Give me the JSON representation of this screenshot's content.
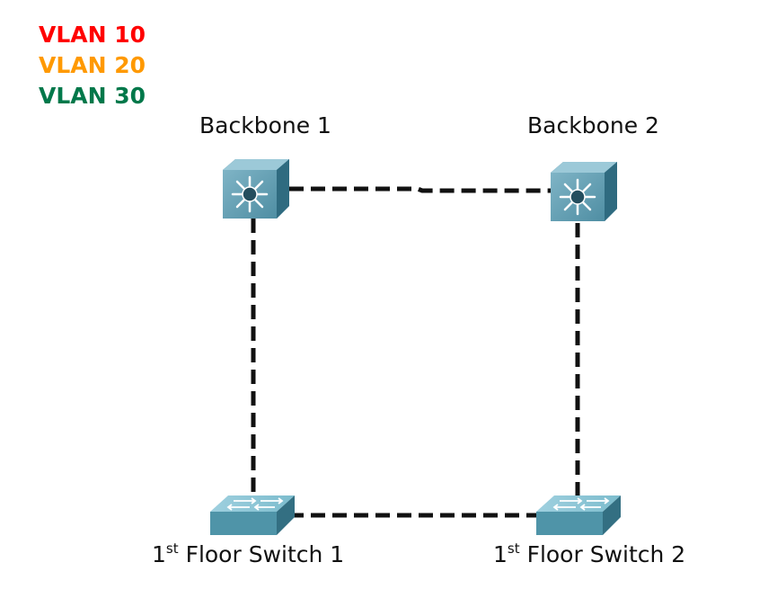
{
  "legend": [
    {
      "label": "VLAN 10",
      "color": "#ff0000"
    },
    {
      "label": "VLAN 20",
      "color": "#ff9900"
    },
    {
      "label": "VLAN 30",
      "color": "#00784a"
    }
  ],
  "nodes": {
    "backbone1": {
      "label": "Backbone 1",
      "device": "multilayer-switch-icon"
    },
    "backbone2": {
      "label": "Backbone 2",
      "device": "multilayer-switch-icon"
    },
    "floor1": {
      "label_prefix": "1",
      "label_sup": "st",
      "label_suffix": "Floor Switch 1",
      "device": "switch-icon"
    },
    "floor2": {
      "label_prefix": "1",
      "label_sup": "st",
      "label_suffix": "Floor Switch 2",
      "device": "switch-icon"
    }
  },
  "links": [
    {
      "from": "backbone1",
      "to": "backbone2",
      "style": "dashed"
    },
    {
      "from": "backbone1",
      "to": "floor1",
      "style": "dashed"
    },
    {
      "from": "backbone2",
      "to": "floor2",
      "style": "dashed"
    },
    {
      "from": "floor1",
      "to": "floor2",
      "style": "dashed"
    }
  ]
}
